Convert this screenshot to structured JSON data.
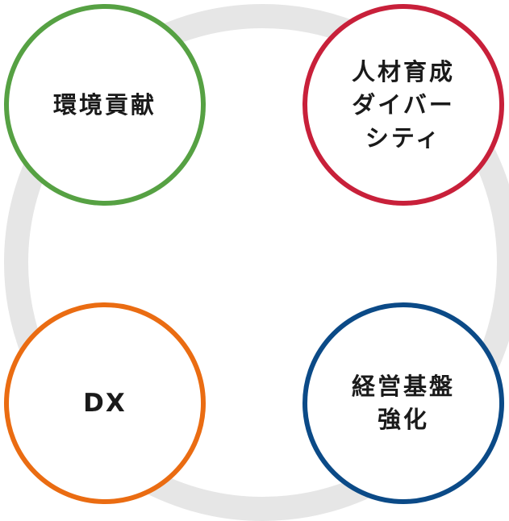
{
  "nodes": {
    "top_left": {
      "label": "環境貢献",
      "color": "#56a143"
    },
    "top_right": {
      "label": "人材育成\nダイバー\nシティ",
      "color": "#c8203a"
    },
    "bottom_left": {
      "label": "DX",
      "color": "#ea6c12"
    },
    "bottom_right": {
      "label": "経営基盤\n強化",
      "color": "#0b4a87"
    }
  },
  "ring": {
    "color": "#e6e6e6"
  }
}
